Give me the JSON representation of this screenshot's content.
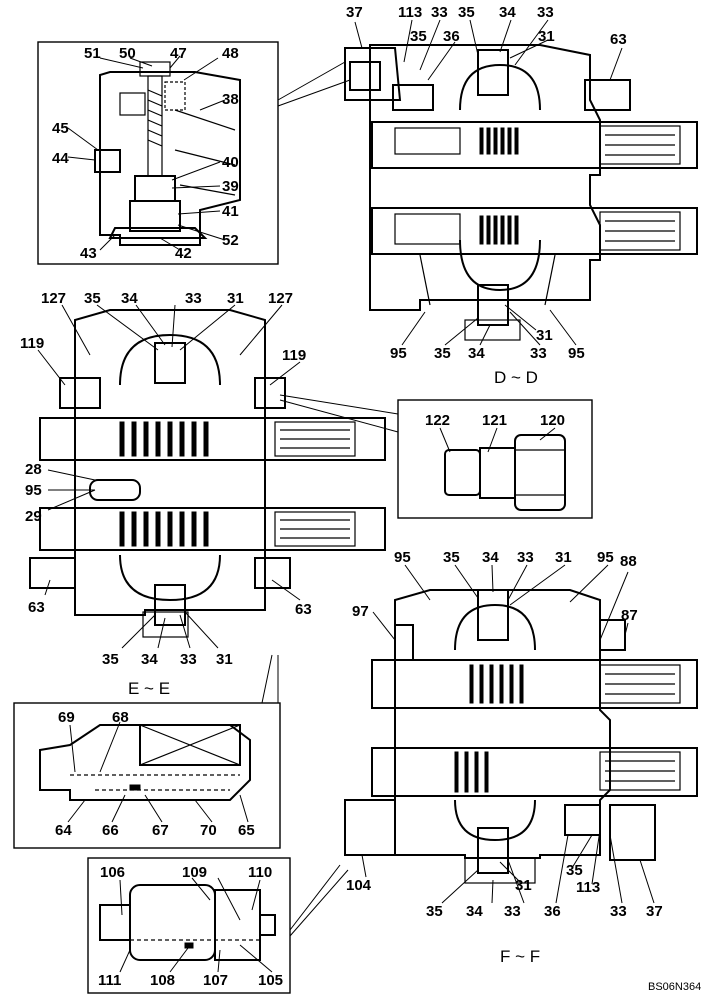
{
  "sections": {
    "dd": "D ~ D",
    "ee": "E ~ E",
    "ff": "F ~ F"
  },
  "reference": "BS06N364",
  "detail_a": [
    "51",
    "50",
    "47",
    "48",
    "38",
    "45",
    "44",
    "40",
    "39",
    "41",
    "52",
    "43",
    "42"
  ],
  "dd_labels": [
    "37",
    "113",
    "33",
    "35",
    "34",
    "33",
    "35",
    "36",
    "31",
    "63",
    "95",
    "35",
    "34",
    "33",
    "31",
    "95"
  ],
  "detail_b": [
    "122",
    "121",
    "120"
  ],
  "ee_labels": [
    "127",
    "35",
    "34",
    "33",
    "31",
    "127",
    "119",
    "119",
    "28",
    "95",
    "29",
    "63",
    "63",
    "35",
    "34",
    "33",
    "31"
  ],
  "ff_labels": [
    "95",
    "35",
    "34",
    "33",
    "31",
    "95",
    "88",
    "97",
    "87",
    "104",
    "35",
    "34",
    "33",
    "31",
    "36",
    "35",
    "113",
    "33",
    "37"
  ],
  "detail_c": [
    "69",
    "68",
    "64",
    "66",
    "67",
    "70",
    "65"
  ],
  "detail_d": [
    "106",
    "109",
    "110",
    "111",
    "108",
    "107",
    "105"
  ]
}
